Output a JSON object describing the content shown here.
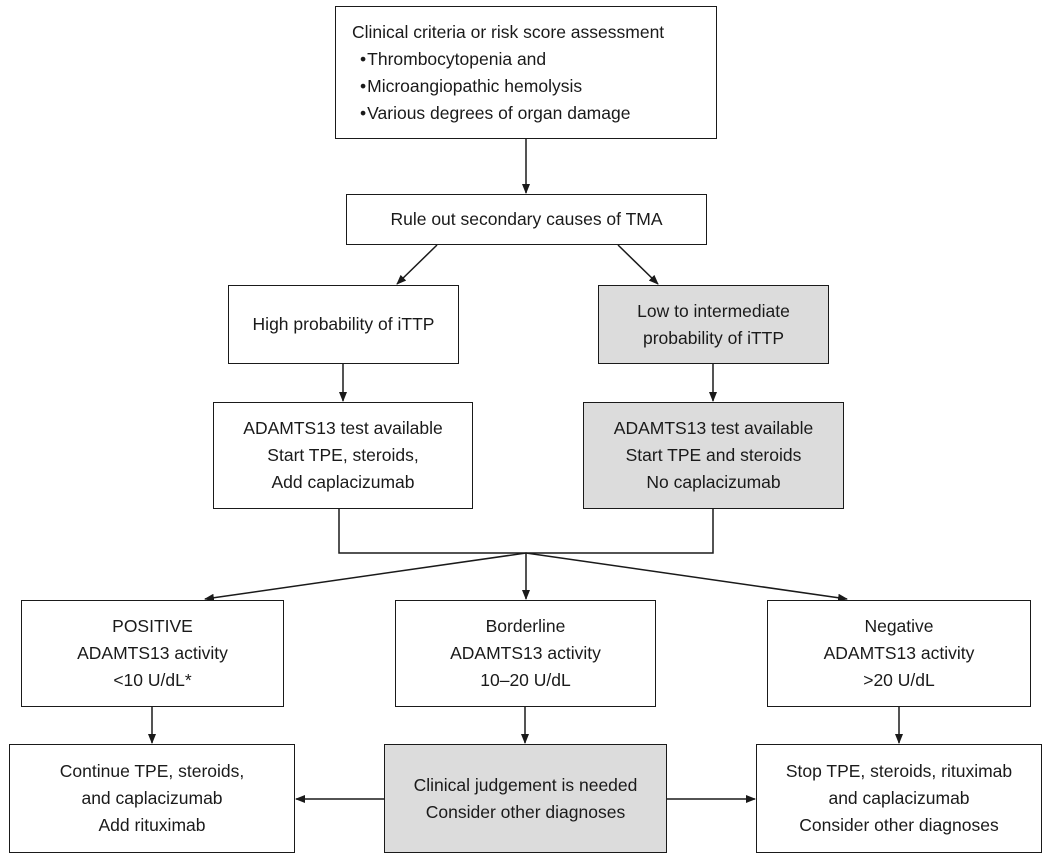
{
  "nodes": {
    "criteria": {
      "title": "Clinical criteria or risk score assessment",
      "bullets": [
        "Thrombocytopenia and",
        "Microangiopathic hemolysis",
        "Various degrees of organ damage"
      ]
    },
    "rule_out": {
      "lines": [
        "Rule out secondary causes of TMA"
      ]
    },
    "high_prob": {
      "lines": [
        "High probability of iTTP"
      ]
    },
    "low_prob": {
      "lines": [
        "Low to intermediate",
        "probability of iTTP"
      ]
    },
    "test_high": {
      "lines": [
        "ADAMTS13 test available",
        "Start TPE, steroids,",
        "Add caplacizumab"
      ]
    },
    "test_low": {
      "lines": [
        "ADAMTS13 test available",
        "Start TPE and steroids",
        "No caplacizumab"
      ]
    },
    "positive": {
      "lines": [
        "POSITIVE",
        "ADAMTS13 activity",
        "<10 U/dL*"
      ]
    },
    "borderline": {
      "lines": [
        "Borderline",
        "ADAMTS13 activity",
        "10–20 U/dL"
      ]
    },
    "negative": {
      "lines": [
        "Negative",
        "ADAMTS13 activity",
        ">20 U/dL"
      ]
    },
    "continue": {
      "lines": [
        "Continue TPE, steroids,",
        "and caplacizumab",
        "Add rituximab"
      ]
    },
    "judgement": {
      "lines": [
        "Clinical judgement is needed",
        "Consider other diagnoses"
      ]
    },
    "stop": {
      "lines": [
        "Stop TPE, steroids, rituximab",
        "and caplacizumab",
        "Consider other diagnoses"
      ]
    }
  },
  "colors": {
    "line": "#1a1a1a",
    "box_fill": "#ffffff",
    "highlight_fill": "#dcdcdc"
  }
}
